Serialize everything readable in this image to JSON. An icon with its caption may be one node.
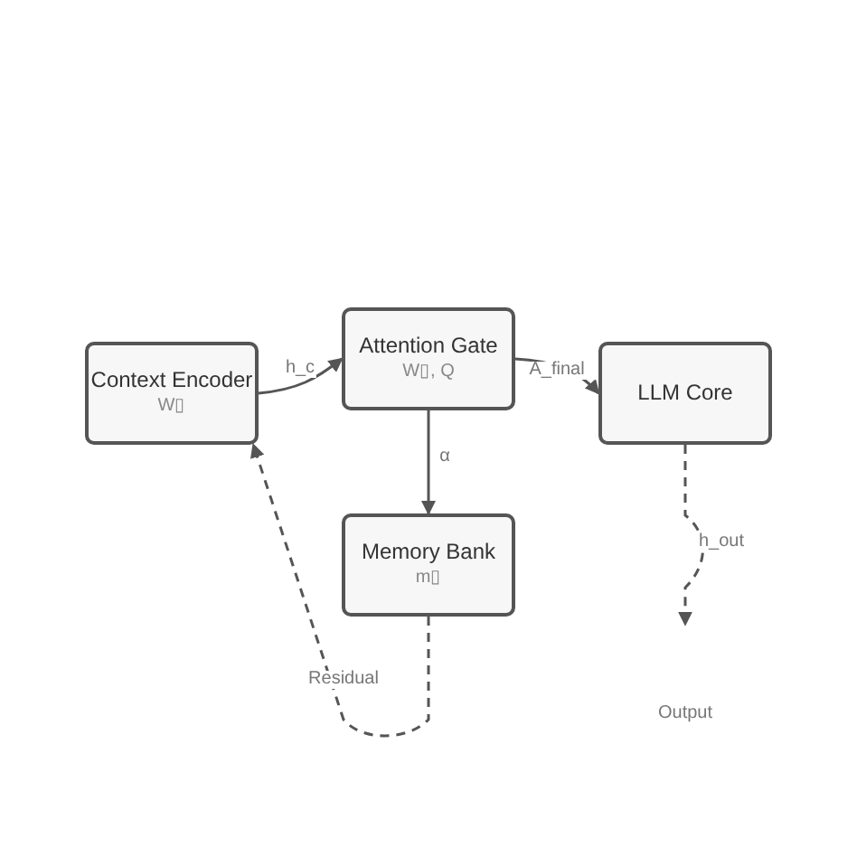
{
  "diagram": {
    "nodes": [
      {
        "text": [
          "Context Encoder",
          "W▯"
        ]
      },
      {
        "text": [
          "Attention Gate",
          "W▯, Q"
        ]
      },
      {
        "text": [
          "LLM Core"
        ]
      },
      {
        "text": [
          "Memory Bank",
          "m▯"
        ]
      },
      {
        "text": [
          "Output"
        ]
      }
    ],
    "edges": [
      {
        "from": 0,
        "to": 1,
        "arrow": "to",
        "label": "h_c"
      },
      {
        "from": 1,
        "to": 2,
        "arrow": "to",
        "label": "A_final"
      },
      {
        "from": 1,
        "to": 3,
        "arrow": "to",
        "label": "α"
      },
      {
        "from": 2,
        "to": 4,
        "arrow": "to",
        "label": "h_out",
        "style": "dashed"
      },
      {
        "from": 3,
        "to": 0,
        "arrow": "to",
        "label": "Residual",
        "style": "dashed"
      }
    ]
  }
}
